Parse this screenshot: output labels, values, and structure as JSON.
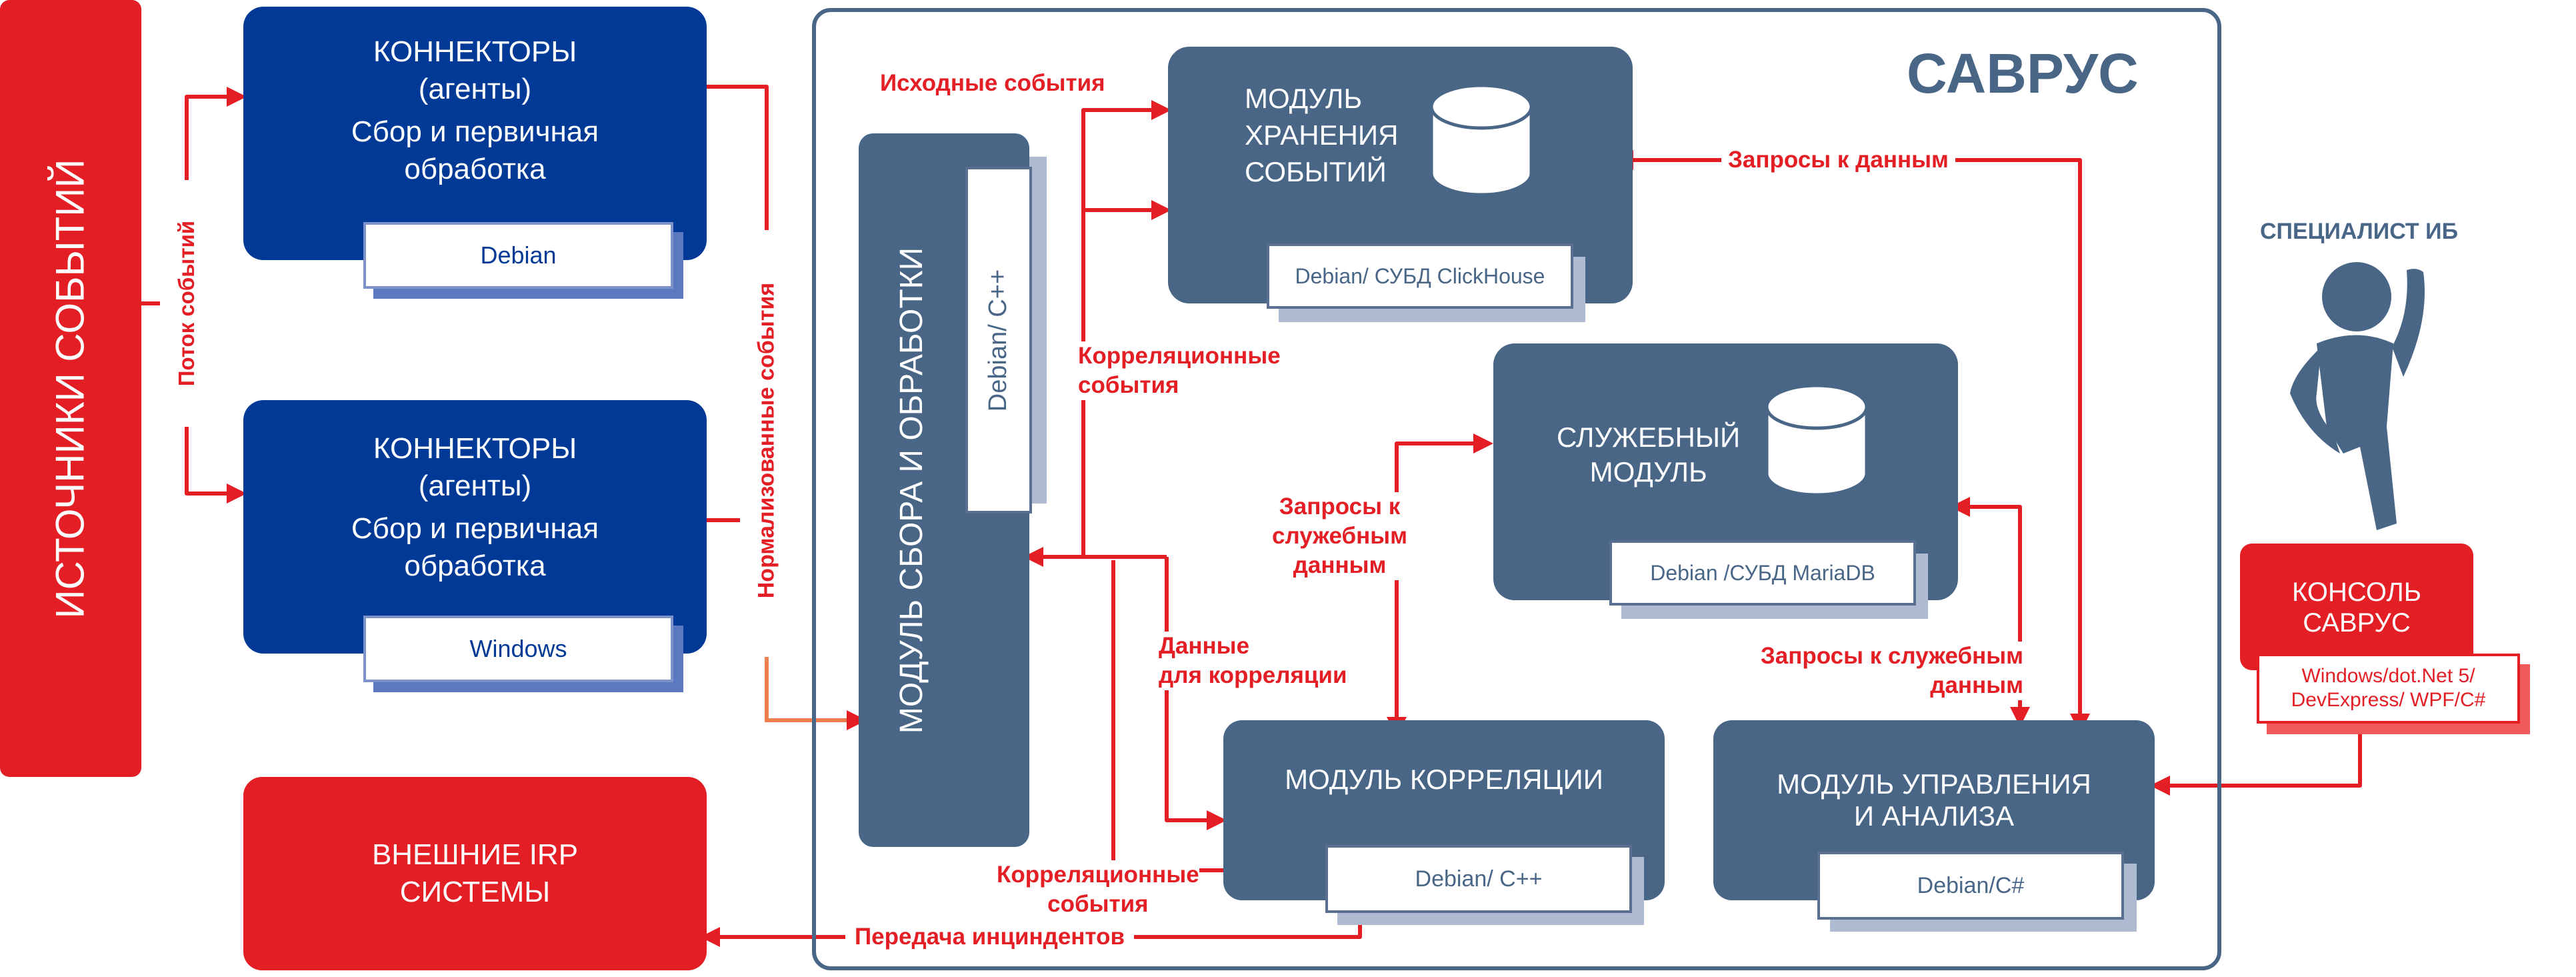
{
  "sources": {
    "label": "ИСТОЧНИКИ СОБЫТИЙ"
  },
  "connector1": {
    "title": "КОННЕКТОРЫ",
    "subtitle": "(агенты)",
    "desc1": "Сбор и первичная",
    "desc2": "обработка",
    "platform": "Debian"
  },
  "connector2": {
    "title": "КОННЕКТОРЫ",
    "subtitle": "(агенты)",
    "desc1": "Сбор и первичная",
    "desc2": "обработка",
    "platform": "Windows"
  },
  "irp": {
    "line1": "ВНЕШНИЕ IRP",
    "line2": "СИСТЕМЫ"
  },
  "savrus": {
    "title": "САВРУС"
  },
  "collection": {
    "label": "МОДУЛЬ СБОРА И ОБРАБОТКИ",
    "platform": "Debian/ C++"
  },
  "storage": {
    "line1": "МОДУЛЬ",
    "line2": "ХРАНЕНИЯ",
    "line3": "СОБЫТИЙ",
    "platform": "Debian/ СУБД ClickHouse"
  },
  "service": {
    "line1": "СЛУЖЕБНЫЙ",
    "line2": "МОДУЛЬ",
    "platform": "Debian /СУБД MariaDB"
  },
  "correlation": {
    "title": "МОДУЛЬ КОРРЕЛЯЦИИ",
    "platform": "Debian/ C++"
  },
  "management": {
    "line1": "МОДУЛЬ УПРАВЛЕНИЯ",
    "line2": "И АНАЛИЗА",
    "platform": "Debian/C#"
  },
  "specialist": {
    "label": "СПЕЦИАЛИСТ ИБ"
  },
  "console": {
    "line1": "КОНСОЛЬ",
    "line2": "САВРУС",
    "platform1": "Windows/dot.Net 5/",
    "platform2": "DevExpress/ WPF/C#"
  },
  "labels": {
    "event_flow": "Поток событий",
    "normalized": "Нормализованные события",
    "source_events": "Исходные события",
    "corr_events1_a": "Корреляционные",
    "corr_events1_b": "события",
    "data_requests": "Запросы к данным",
    "svc_requests1_a": "Запросы к",
    "svc_requests1_b": "служебным",
    "svc_requests1_c": "данным",
    "corr_data_a": "Данные",
    "corr_data_b": "для корреляции",
    "svc_requests2_a": "Запросы к служебным",
    "svc_requests2_b": "данным",
    "corr_events2_a": "Корреляционные",
    "corr_events2_b": "события",
    "incidents": "Передача инциндентов"
  },
  "colors": {
    "red": "#e31e25",
    "navy": "#003a96",
    "slate": "#496687",
    "orange": "#f08050"
  }
}
